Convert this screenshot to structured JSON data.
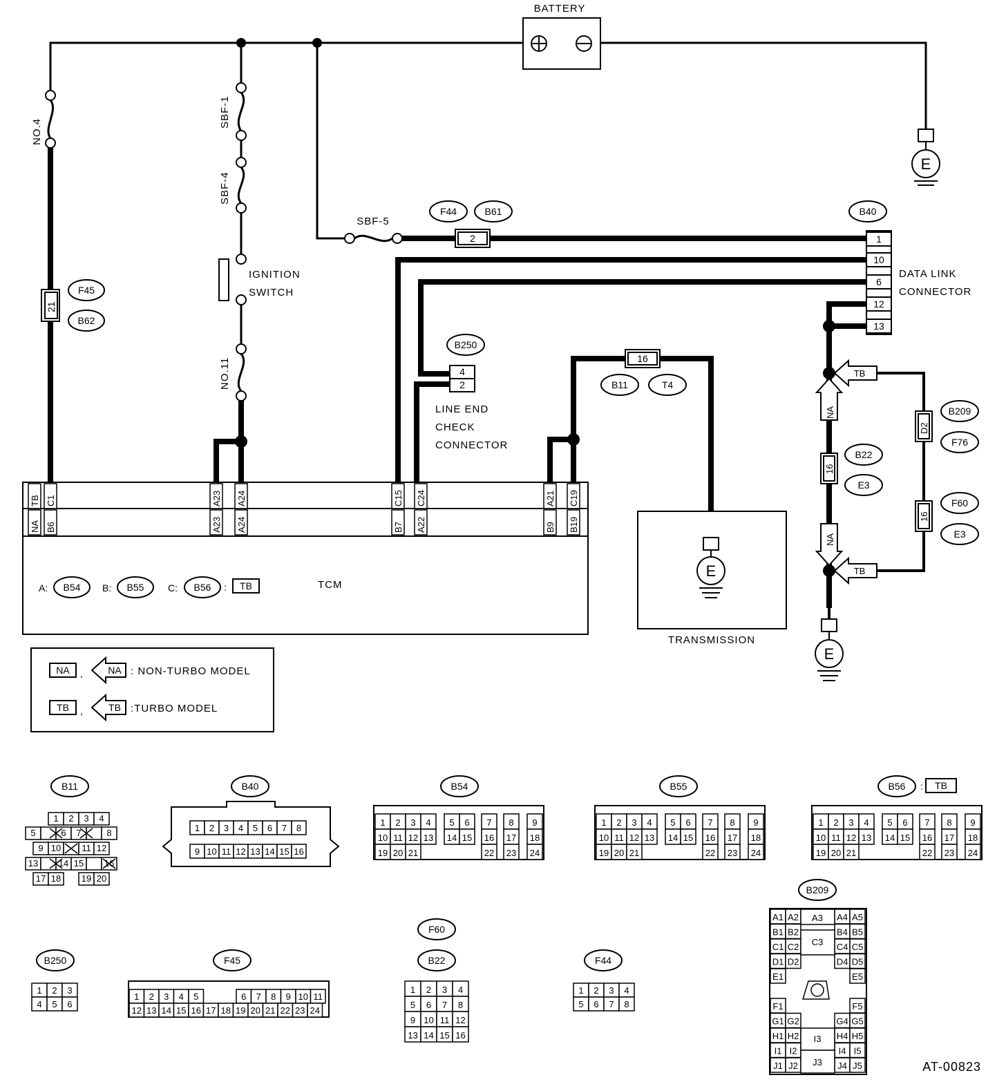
{
  "diagram": {
    "code": "AT-00823",
    "battery": "BATTERY",
    "fuses": {
      "no4": "NO.4",
      "sbf1": "SBF-1",
      "sbf4": "SBF-4",
      "sbf5": "SBF-5",
      "no11": "NO.11"
    },
    "ignition_switch": [
      "IGNITION",
      "SWITCH"
    ],
    "data_link_connector": [
      "DATA LINK",
      "CONNECTOR"
    ],
    "line_end_check_connector": [
      "LINE END",
      "CHECK",
      "CONNECTOR"
    ],
    "transmission": "TRANSMISSION",
    "tcm": "TCM",
    "ground": "E",
    "connector_ids": {
      "F45": "F45",
      "B62": "B62",
      "F44": "F44",
      "B61": "B61",
      "B40": "B40",
      "B250": "B250",
      "B11": "B11",
      "T4": "T4",
      "B209": "B209",
      "F76": "F76",
      "B22": "B22",
      "E3": "E3",
      "F60": "F60",
      "B54": "B54",
      "B55": "B55",
      "B56": "B56"
    },
    "inline_pins": {
      "f45_b62": "21",
      "f44_b61": "2",
      "b11_t4": "16",
      "b22_e3": "16",
      "f60_e3": "16",
      "b209_f76": "D2"
    },
    "dlc_pins": [
      "1",
      "10",
      "6",
      "12",
      "13"
    ],
    "b250_pins": [
      "4",
      "2"
    ],
    "tcm_top_row": [
      "TB",
      "C1",
      "A23",
      "A24",
      "C15",
      "C24",
      "A21",
      "C19"
    ],
    "tcm_bottom_row": [
      "NA",
      "B6",
      "A23",
      "A24",
      "B7",
      "A22",
      "B9",
      "B19"
    ],
    "tcm_legend": {
      "a": "A:",
      "b": "B:",
      "c": "C:",
      "sep": ":",
      "tb": "TB"
    },
    "arrows": {
      "na": "NA",
      "tb": "TB"
    },
    "legend": {
      "na_box": "NA",
      "tb_box": "TB",
      "comma": ",",
      "na_text": ": NON-TURBO MODEL",
      "tb_text": ":TURBO MODEL"
    },
    "b56_tag": "TB",
    "b56_sep": ":"
  }
}
